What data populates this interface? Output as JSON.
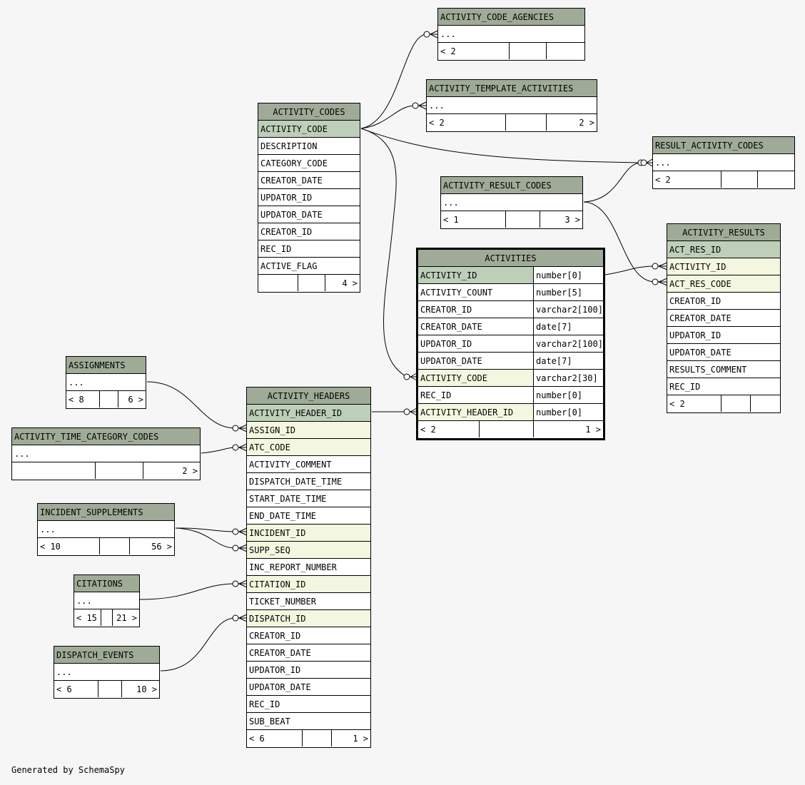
{
  "credit": "Generated by SchemaSpy",
  "tables": {
    "activity_code_agencies": {
      "name": "ACTIVITY_CODE_AGENCIES",
      "rows": [
        "..."
      ],
      "footer": [
        "< 2",
        "",
        ""
      ]
    },
    "activity_template_activities": {
      "name": "ACTIVITY_TEMPLATE_ACTIVITIES",
      "rows": [
        "..."
      ],
      "footer": [
        "< 2",
        "",
        "2 >"
      ]
    },
    "activity_codes": {
      "name": "ACTIVITY_CODES",
      "rows": [
        "ACTIVITY_CODE",
        "DESCRIPTION",
        "CATEGORY_CODE",
        "CREATOR_DATE",
        "UPDATOR_ID",
        "UPDATOR_DATE",
        "CREATOR_ID",
        "REC_ID",
        "ACTIVE_FLAG"
      ],
      "footer": [
        "",
        "",
        "4 >"
      ]
    },
    "result_activity_codes": {
      "name": "RESULT_ACTIVITY_CODES",
      "rows": [
        "..."
      ],
      "footer": [
        "< 2",
        "",
        ""
      ]
    },
    "activity_result_codes": {
      "name": "ACTIVITY_RESULT_CODES",
      "rows": [
        "..."
      ],
      "footer": [
        "< 1",
        "",
        "3 >"
      ]
    },
    "activity_results": {
      "name": "ACTIVITY_RESULTS",
      "rows": [
        "ACT_RES_ID",
        "ACTIVITY_ID",
        "ACT_RES_CODE",
        "CREATOR_ID",
        "CREATOR_DATE",
        "UPDATOR_ID",
        "UPDATOR_DATE",
        "RESULTS_COMMENT",
        "REC_ID"
      ],
      "footer": [
        "< 2",
        "",
        ""
      ]
    },
    "activities": {
      "name": "ACTIVITIES",
      "rows": [
        {
          "name": "ACTIVITY_ID",
          "type": "number[0]"
        },
        {
          "name": "ACTIVITY_COUNT",
          "type": "number[5]"
        },
        {
          "name": "CREATOR_ID",
          "type": "varchar2[100]"
        },
        {
          "name": "CREATOR_DATE",
          "type": "date[7]"
        },
        {
          "name": "UPDATOR_ID",
          "type": "varchar2[100]"
        },
        {
          "name": "UPDATOR_DATE",
          "type": "date[7]"
        },
        {
          "name": "ACTIVITY_CODE",
          "type": "varchar2[30]"
        },
        {
          "name": "REC_ID",
          "type": "number[0]"
        },
        {
          "name": "ACTIVITY_HEADER_ID",
          "type": "number[0]"
        }
      ],
      "footer": [
        "< 2",
        "",
        "1 >"
      ]
    },
    "assignments": {
      "name": "ASSIGNMENTS",
      "rows": [
        "..."
      ],
      "footer": [
        "< 8",
        "",
        "6 >"
      ]
    },
    "activity_time_category_codes": {
      "name": "ACTIVITY_TIME_CATEGORY_CODES",
      "rows": [
        "..."
      ],
      "footer": [
        "",
        "",
        "2 >"
      ]
    },
    "incident_supplements": {
      "name": "INCIDENT_SUPPLEMENTS",
      "rows": [
        "..."
      ],
      "footer": [
        "< 10",
        "",
        "56 >"
      ]
    },
    "citations": {
      "name": "CITATIONS",
      "rows": [
        "..."
      ],
      "footer": [
        "< 15",
        "",
        "21 >"
      ]
    },
    "dispatch_events": {
      "name": "DISPATCH_EVENTS",
      "rows": [
        "..."
      ],
      "footer": [
        "< 6",
        "",
        "10 >"
      ]
    },
    "activity_headers": {
      "name": "ACTIVITY_HEADERS",
      "rows": [
        "ACTIVITY_HEADER_ID",
        "ASSIGN_ID",
        "ATC_CODE",
        "ACTIVITY_COMMENT",
        "DISPATCH_DATE_TIME",
        "START_DATE_TIME",
        "END_DATE_TIME",
        "INCIDENT_ID",
        "SUPP_SEQ",
        "INC_REPORT_NUMBER",
        "CITATION_ID",
        "TICKET_NUMBER",
        "DISPATCH_ID",
        "CREATOR_ID",
        "CREATOR_DATE",
        "UPDATOR_ID",
        "UPDATOR_DATE",
        "REC_ID",
        "SUB_BEAT"
      ],
      "footer": [
        "< 6",
        "",
        "1 >"
      ]
    }
  }
}
